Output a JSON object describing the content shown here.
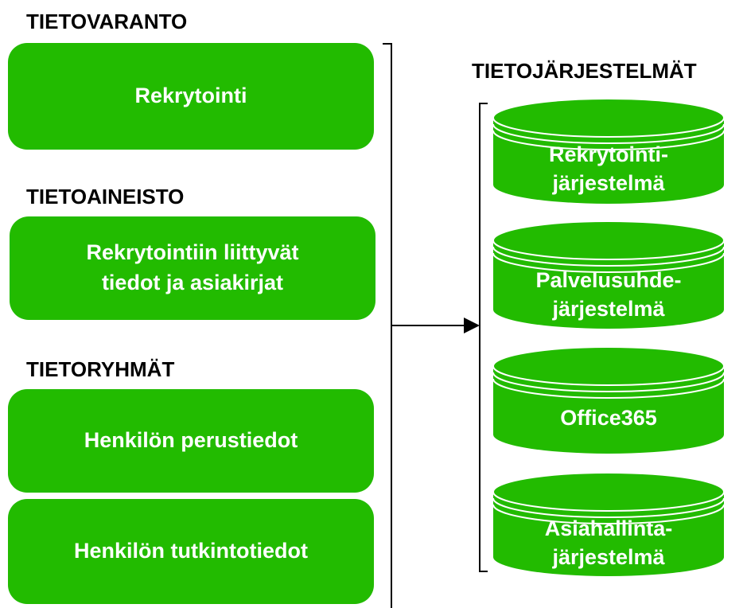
{
  "left": {
    "tietovaranto": {
      "heading": "TIETOVARANTO",
      "box": "Rekrytointi"
    },
    "tietoaineisto": {
      "heading": "TIETOAINEISTO",
      "line1": "Rekrytointiin liittyvät",
      "line2": "tiedot ja asiakirjat"
    },
    "tietoryhmat": {
      "heading": "TIETORYHMÄT",
      "box1": "Henkilön perustiedot",
      "box2": "Henkilön tutkintotiedot"
    }
  },
  "right": {
    "heading": "TIETOJÄRJESTELMÄT",
    "systems": [
      {
        "line1": "Rekrytointi-",
        "line2": "järjestelmä"
      },
      {
        "line1": "Palvelusuhde-",
        "line2": "järjestelmä"
      },
      {
        "line1": "Office365",
        "line2": ""
      },
      {
        "line1": "Asiahallinta-",
        "line2": "järjestelmä"
      }
    ]
  },
  "colors": {
    "box_fill": "#22bb00",
    "text_on_box": "#ffffff",
    "line": "#000000"
  }
}
